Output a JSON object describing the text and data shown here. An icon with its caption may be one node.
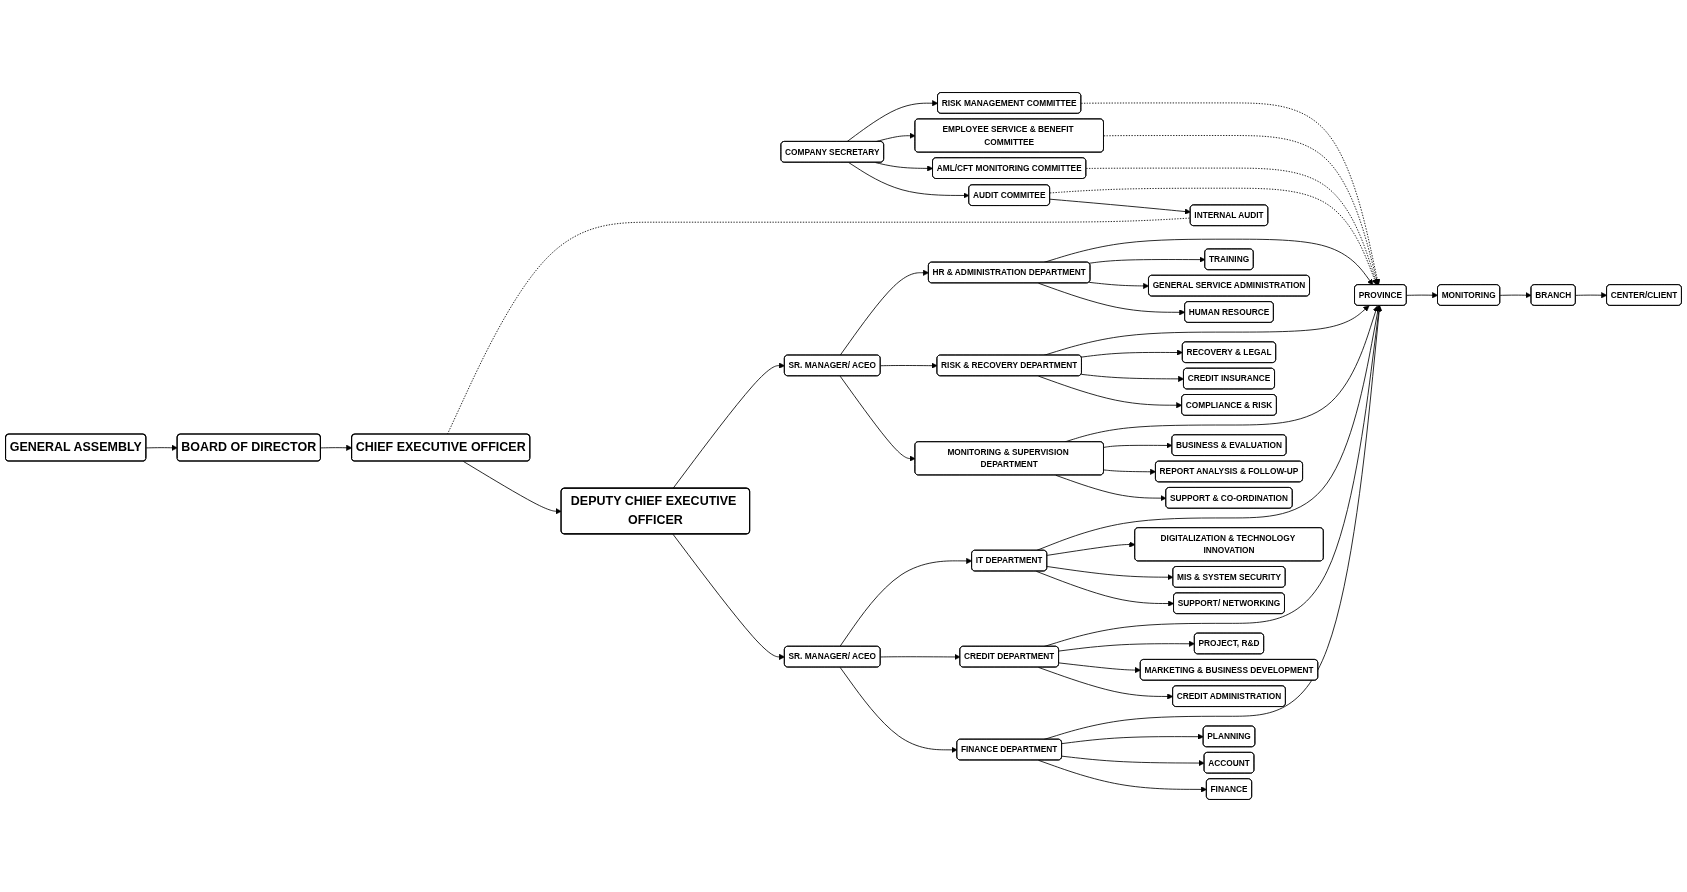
{
  "diagram": {
    "nodes": [
      {
        "text": [
          "GENERAL ASSEMBLY"
        ]
      },
      {
        "text": [
          "BOARD OF DIRECTOR"
        ]
      },
      {
        "text": [
          "COMPANY SECRETARY"
        ]
      },
      {
        "text": [
          "CHIEF EXECUTIVE OFFICER"
        ]
      },
      {
        "text": [
          "DEPUTY CHIEF EXECUTIVE OFFICER"
        ]
      },
      {
        "text": [
          "AUDIT COMMITEE"
        ]
      },
      {
        "text": [
          "AML/CFT MONITORING COMMITTEE"
        ]
      },
      {
        "text": [
          "EMPLOYEE SERVICE & BENEFIT COMMITTEE"
        ]
      },
      {
        "text": [
          "RISK MANAGEMENT COMMITTEE"
        ]
      },
      {
        "text": [
          "INTERNAL AUDIT"
        ]
      },
      {
        "text": [
          "SR. MANAGER/ ACEO"
        ]
      },
      {
        "text": [
          "SR. MANAGER/ ACEO"
        ]
      },
      {
        "text": [
          "FINANCE DEPARTMENT"
        ]
      },
      {
        "text": [
          "CREDIT DEPARTMENT"
        ]
      },
      {
        "text": [
          "IT DEPARTMENT"
        ]
      },
      {
        "text": [
          "MONITORING & SUPERVISION DEPARTMENT"
        ]
      },
      {
        "text": [
          "RISK & RECOVERY DEPARTMENT"
        ]
      },
      {
        "text": [
          "HR & ADMINISTRATION DEPARTMENT"
        ]
      },
      {
        "text": [
          "FINANCE"
        ]
      },
      {
        "text": [
          "ACCOUNT"
        ]
      },
      {
        "text": [
          "PLANNING"
        ]
      },
      {
        "text": [
          "CREDIT ADMINISTRATION"
        ]
      },
      {
        "text": [
          "MARKETING & BUSINESS DEVELOPMENT"
        ]
      },
      {
        "text": [
          "PROJECT, R&D"
        ]
      },
      {
        "text": [
          "SUPPORT/ NETWORKING"
        ]
      },
      {
        "text": [
          "MIS & SYSTEM SECURITY"
        ]
      },
      {
        "text": [
          "DIGITALIZATION & TECHNOLOGY INNOVATION"
        ]
      },
      {
        "text": [
          "SUPPORT & CO-ORDINATION"
        ]
      },
      {
        "text": [
          "REPORT ANALYSIS & FOLLOW-UP"
        ]
      },
      {
        "text": [
          "BUSINESS & EVALUATION"
        ]
      },
      {
        "text": [
          "COMPLIANCE & RISK"
        ]
      },
      {
        "text": [
          "CREDIT INSURANCE"
        ]
      },
      {
        "text": [
          "RECOVERY & LEGAL"
        ]
      },
      {
        "text": [
          "HUMAN RESOURCE"
        ]
      },
      {
        "text": [
          "GENERAL SERVICE ADMINISTRATION"
        ]
      },
      {
        "text": [
          "TRAINING"
        ]
      },
      {
        "text": [
          "PROVINCE"
        ]
      },
      {
        "text": [
          "MONITORING"
        ]
      },
      {
        "text": [
          "BRANCH"
        ]
      },
      {
        "text": [
          "CENTER/CLIENT"
        ]
      }
    ],
    "edges": [
      {
        "from": 0,
        "to": 1,
        "arrow": "to"
      },
      {
        "from": 1,
        "to": 3,
        "arrow": "to"
      },
      {
        "from": 2,
        "to": 5,
        "arrow": "to"
      },
      {
        "from": 2,
        "to": 6,
        "arrow": "to"
      },
      {
        "from": 2,
        "to": 7,
        "arrow": "to"
      },
      {
        "from": 2,
        "to": 8,
        "arrow": "to"
      },
      {
        "from": 3,
        "to": 4,
        "arrow": "to"
      },
      {
        "from": 5,
        "to": 9,
        "arrow": "to"
      },
      {
        "from": 3,
        "to": 9,
        "arrow": "none",
        "style": "dashed"
      },
      {
        "from": 4,
        "to": 10,
        "arrow": "to"
      },
      {
        "from": 4,
        "to": 11,
        "arrow": "to"
      },
      {
        "from": 10,
        "to": 12,
        "arrow": "to"
      },
      {
        "from": 10,
        "to": 13,
        "arrow": "to"
      },
      {
        "from": 10,
        "to": 14,
        "arrow": "to"
      },
      {
        "from": 11,
        "to": 15,
        "arrow": "to"
      },
      {
        "from": 11,
        "to": 16,
        "arrow": "to"
      },
      {
        "from": 11,
        "to": 17,
        "arrow": "to"
      },
      {
        "from": 12,
        "to": 18,
        "arrow": "to"
      },
      {
        "from": 12,
        "to": 19,
        "arrow": "to"
      },
      {
        "from": 12,
        "to": 20,
        "arrow": "to"
      },
      {
        "from": 13,
        "to": 21,
        "arrow": "to"
      },
      {
        "from": 13,
        "to": 22,
        "arrow": "to"
      },
      {
        "from": 13,
        "to": 23,
        "arrow": "to"
      },
      {
        "from": 14,
        "to": 24,
        "arrow": "to"
      },
      {
        "from": 14,
        "to": 25,
        "arrow": "to"
      },
      {
        "from": 14,
        "to": 26,
        "arrow": "to"
      },
      {
        "from": 15,
        "to": 27,
        "arrow": "to"
      },
      {
        "from": 15,
        "to": 28,
        "arrow": "to"
      },
      {
        "from": 15,
        "to": 29,
        "arrow": "to"
      },
      {
        "from": 16,
        "to": 30,
        "arrow": "to"
      },
      {
        "from": 16,
        "to": 31,
        "arrow": "to"
      },
      {
        "from": 16,
        "to": 32,
        "arrow": "to"
      },
      {
        "from": 17,
        "to": 33,
        "arrow": "to"
      },
      {
        "from": 17,
        "to": 34,
        "arrow": "to"
      },
      {
        "from": 17,
        "to": 35,
        "arrow": "to"
      },
      {
        "from": 12,
        "to": 36,
        "arrow": "to"
      },
      {
        "from": 13,
        "to": 36,
        "arrow": "to"
      },
      {
        "from": 14,
        "to": 36,
        "arrow": "to"
      },
      {
        "from": 15,
        "to": 36,
        "arrow": "to"
      },
      {
        "from": 16,
        "to": 36,
        "arrow": "to"
      },
      {
        "from": 17,
        "to": 36,
        "arrow": "to"
      },
      {
        "from": 5,
        "to": 36,
        "arrow": "to",
        "style": "dashed"
      },
      {
        "from": 6,
        "to": 36,
        "arrow": "to",
        "style": "dashed"
      },
      {
        "from": 7,
        "to": 36,
        "arrow": "to",
        "style": "dashed"
      },
      {
        "from": 8,
        "to": 36,
        "arrow": "to",
        "style": "dashed"
      },
      {
        "from": 36,
        "to": 37,
        "arrow": "to"
      },
      {
        "from": 37,
        "to": 38,
        "arrow": "to"
      },
      {
        "from": 38,
        "to": 39,
        "arrow": "to"
      }
    ]
  }
}
